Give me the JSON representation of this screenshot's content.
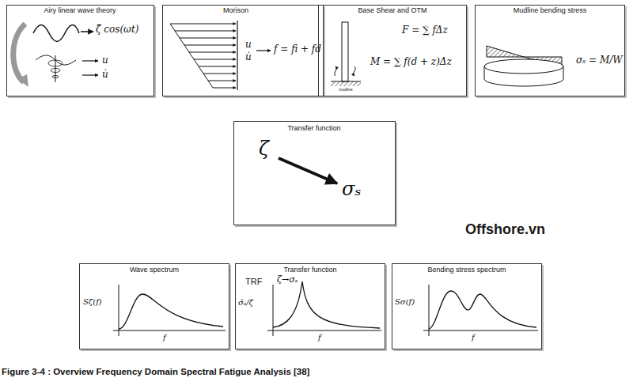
{
  "diagram": {
    "caption": "Figure 3-4 : Overview Frequency Domain Spectral Fatigue Analysis [38]",
    "nodes": [
      {
        "text": [
          "Airy linear wave theory",
          "ζ̂ cos(ωt)",
          "u",
          "u̇"
        ]
      },
      {
        "text": [
          "Morison",
          "u",
          "u̇",
          "f = fi + fd"
        ]
      },
      {
        "text": [
          "Base Shear and OTM",
          "F = ∑ fΔz",
          "M = ∑ f(d + z)Δz",
          "mudline"
        ]
      },
      {
        "text": [
          "Mudline bending stress",
          "σₛ = M/W"
        ]
      },
      {
        "text": [
          "Transfer function",
          "ζ",
          "σₛ"
        ]
      },
      {
        "text": [
          "Wave spectrum",
          "Sζ(f)",
          "f"
        ]
      },
      {
        "text": [
          "Transfer function",
          "TRF",
          "ζ→σₛ",
          "σ̂ₛ/ζ̂",
          "f"
        ]
      },
      {
        "text": [
          "Bending stress spectrum",
          "Sσ(f)",
          "f"
        ]
      }
    ],
    "labels": [
      "Offshore.vn"
    ]
  }
}
